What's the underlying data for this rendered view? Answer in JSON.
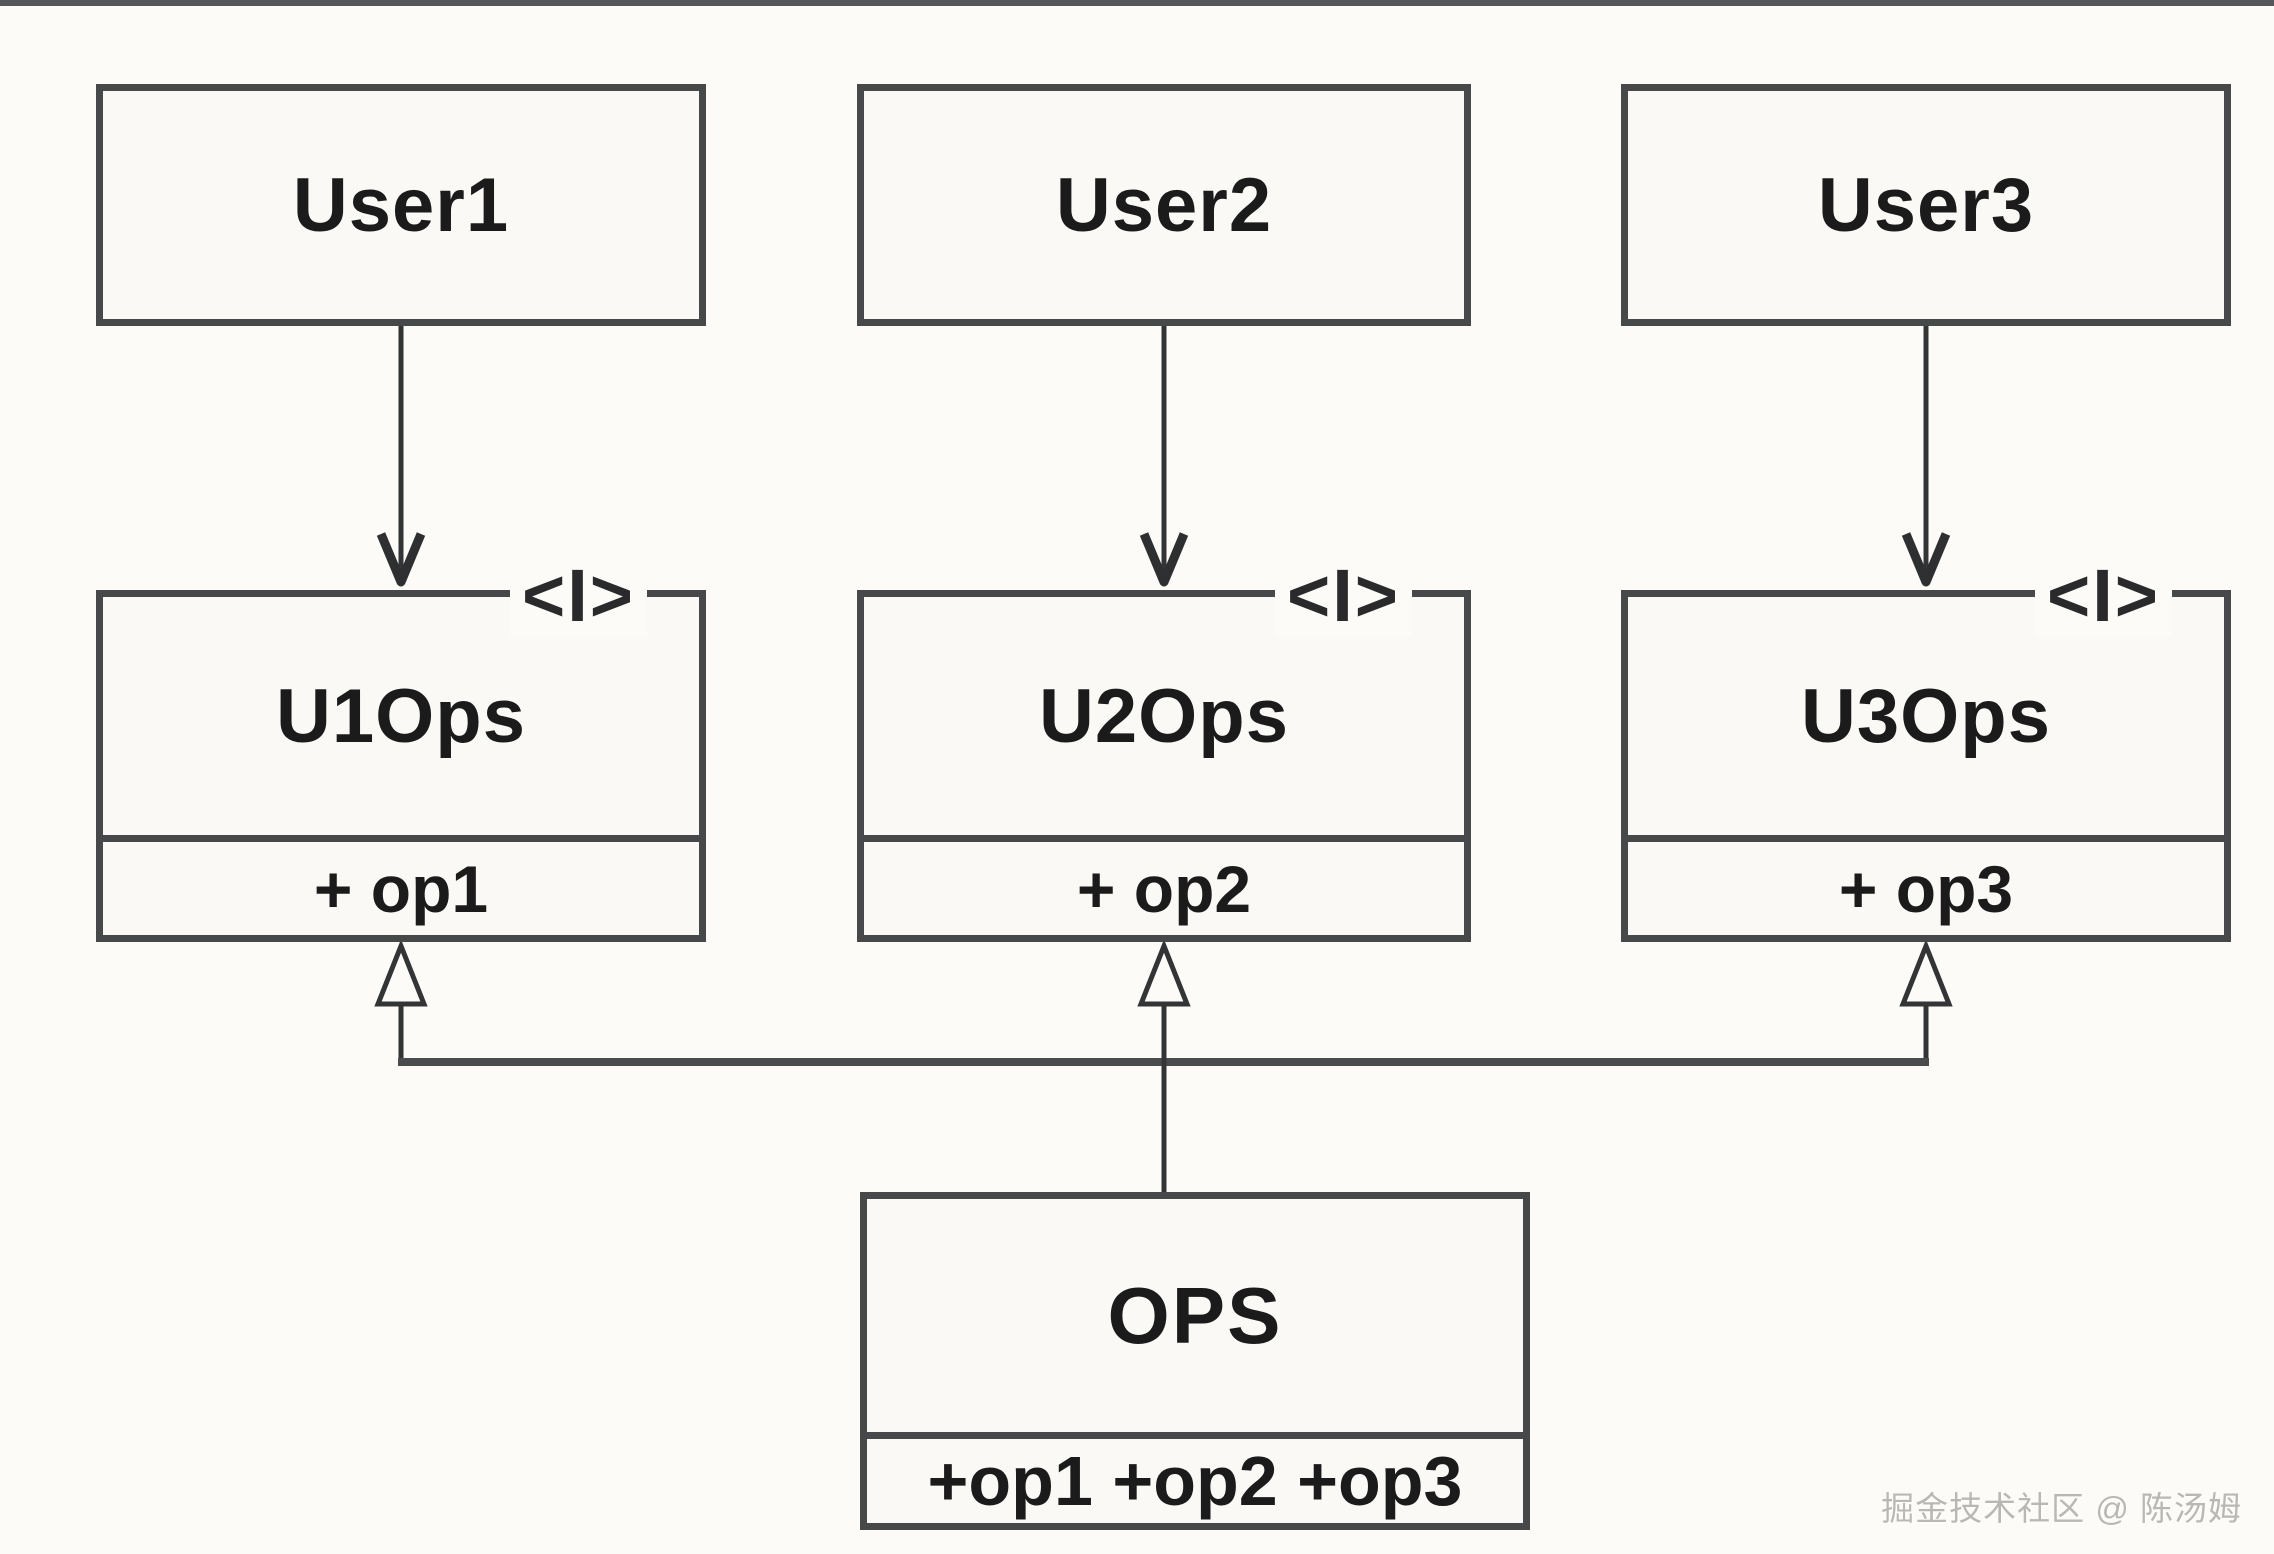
{
  "colors": {
    "background": "#fcfbf8",
    "box_fill": "#faf9f6",
    "border": "#47484a",
    "connector_line": "#333436",
    "text": "#1b1b1b",
    "top_bar": "#56575a",
    "watermark": "#b9b8b5"
  },
  "diagram": {
    "users": [
      {
        "title": "User1"
      },
      {
        "title": "User2"
      },
      {
        "title": "User3"
      }
    ],
    "interfaces": [
      {
        "stereotype": "<I>",
        "title": "U1Ops",
        "method": "+ op1"
      },
      {
        "stereotype": "<I>",
        "title": "U2Ops",
        "method": "+ op2"
      },
      {
        "stereotype": "<I>",
        "title": "U3Ops",
        "method": "+ op3"
      }
    ],
    "implementation": {
      "title": "OPS",
      "methods": "+op1 +op2 +op3"
    },
    "relations": [
      {
        "from": "User1",
        "to": "U1Ops",
        "type": "dependency-arrow"
      },
      {
        "from": "User2",
        "to": "U2Ops",
        "type": "dependency-arrow"
      },
      {
        "from": "User3",
        "to": "U3Ops",
        "type": "dependency-arrow"
      },
      {
        "from": "OPS",
        "to": "U1Ops",
        "type": "realization-hollow-triangle"
      },
      {
        "from": "OPS",
        "to": "U2Ops",
        "type": "realization-hollow-triangle"
      },
      {
        "from": "OPS",
        "to": "U3Ops",
        "type": "realization-hollow-triangle"
      }
    ]
  },
  "watermark": {
    "text": "掘金技术社区 @ 陈汤姆"
  }
}
